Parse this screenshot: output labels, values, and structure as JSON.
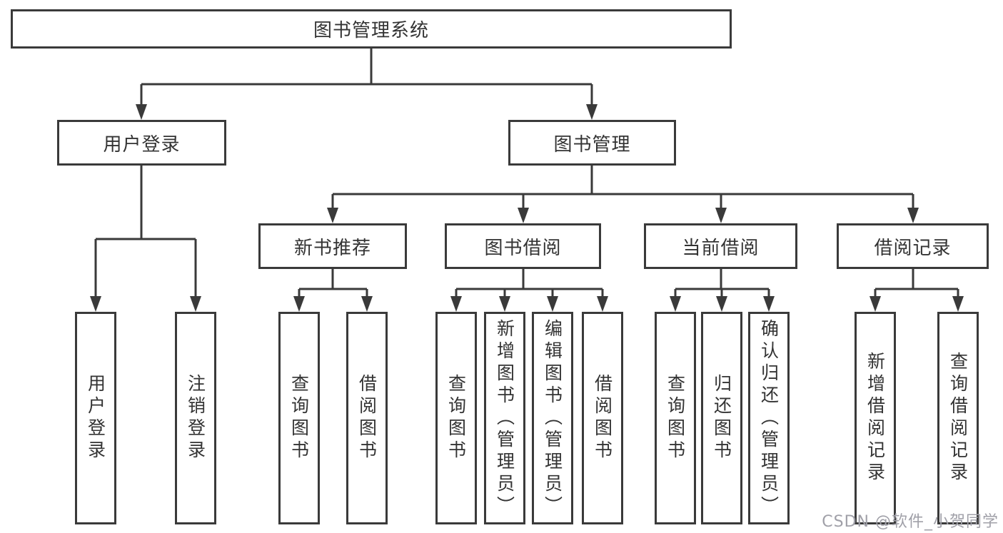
{
  "diagram": {
    "root": {
      "label": "图书管理系统"
    },
    "branches": [
      {
        "label": "用户登录",
        "children": [
          "用户登录",
          "注销登录"
        ]
      },
      {
        "label": "图书管理",
        "sections": [
          {
            "label": "新书推荐",
            "children": [
              "查询图书",
              "借阅图书"
            ]
          },
          {
            "label": "图书借阅",
            "children": [
              "查询图书",
              "新增图书（管理员）",
              "编辑图书（管理员）",
              "借阅图书"
            ]
          },
          {
            "label": "当前借阅",
            "children": [
              "查询图书",
              "归还图书",
              "确认归还（管理员）"
            ]
          },
          {
            "label": "借阅记录",
            "children": [
              "新增借阅记录",
              "查询借阅记录"
            ]
          }
        ]
      }
    ]
  },
  "watermark": {
    "text": "CSDN @软件_小贺同学"
  },
  "colors": {
    "line": "#3a3a3a",
    "text": "#333333",
    "box_background": "#ffffff",
    "page_background": "#ffffff",
    "watermark": "#a0a0a8"
  }
}
